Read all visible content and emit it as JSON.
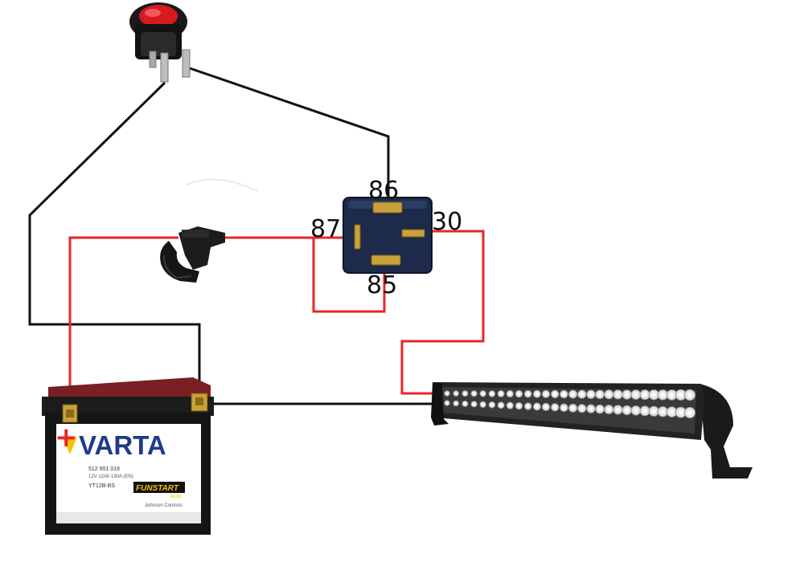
{
  "relay": {
    "pin_86": "86",
    "pin_87": "87",
    "pin_30": "30",
    "pin_85": "85"
  },
  "battery": {
    "brand": "VARTA",
    "part_number": "512 901 019",
    "spec_line": "12V 12Ah 190A (EN)",
    "model": "YT12B-BS",
    "product_line": "FUNSTART",
    "product_sub": "AGM",
    "maker": "Johnson Controls",
    "plus_symbol": "+"
  },
  "colors": {
    "power_wire": "#e8262a",
    "ground_wire": "#111111",
    "battery_top": "#7a1f24",
    "battery_body": "#151515",
    "battery_label": "#ffffff",
    "brand_blue": "#1f3a8a",
    "brand_yellow": "#f5c400",
    "relay_body": "#1d2a4a",
    "relay_terminal": "#c9a13a",
    "switch_button": "#d71920"
  }
}
